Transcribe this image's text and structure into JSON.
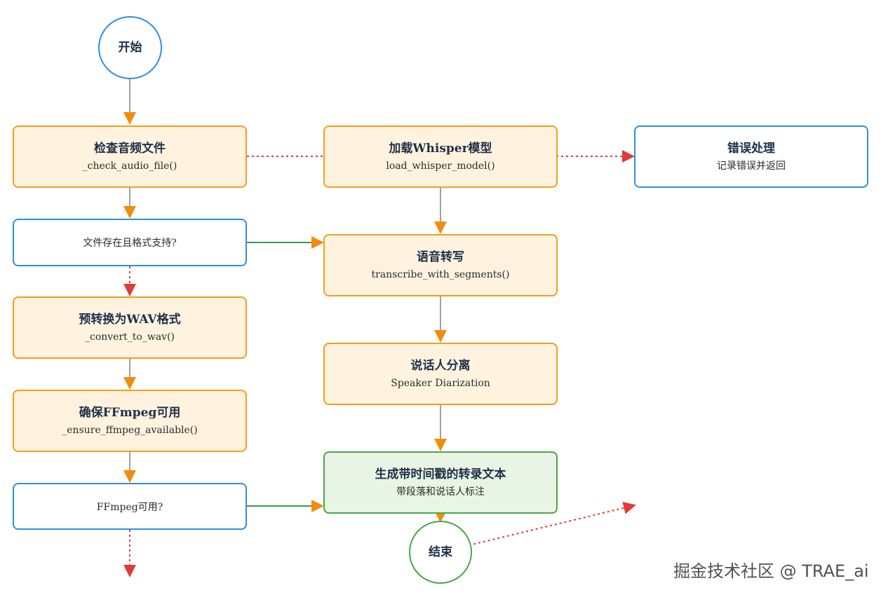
{
  "nodes": {
    "start": {
      "title": "开始"
    },
    "check_audio": {
      "title": "检查音频文件",
      "sub": "_check_audio_file()"
    },
    "file_supported": {
      "text": "文件存在且格式支持?"
    },
    "convert_wav": {
      "title": "预转换为WAV格式",
      "sub": "_convert_to_wav()"
    },
    "ensure_ffmpeg": {
      "title": "确保FFmpeg可用",
      "sub": "_ensure_ffmpeg_available()"
    },
    "ffmpeg_ok": {
      "text": "FFmpeg可用?"
    },
    "load_whisper": {
      "title": "加载Whisper模型",
      "sub": "load_whisper_model()"
    },
    "transcribe": {
      "title": "语音转写",
      "sub": "transcribe_with_segments()"
    },
    "diarization": {
      "title": "说话人分离",
      "sub": "Speaker Diarization"
    },
    "generate": {
      "title": "生成带时间戳的转录文本",
      "sub": "带段落和说话人标注"
    },
    "end": {
      "title": "结束"
    },
    "error": {
      "title": "错误处理",
      "sub": "记录错误并返回"
    }
  },
  "colors": {
    "process_fill": "#fff3e0",
    "process_border": "#f59d1c",
    "decision_border": "#2f8fdc",
    "success_fill": "#e8f5e4",
    "success_border": "#4aa64a",
    "arrow_normal": "#f28c0f",
    "arrow_yes": "#3f9a3f",
    "arrow_error": "#e03a3a"
  },
  "watermark": "掘金技术社区 @ TRAE_ai"
}
